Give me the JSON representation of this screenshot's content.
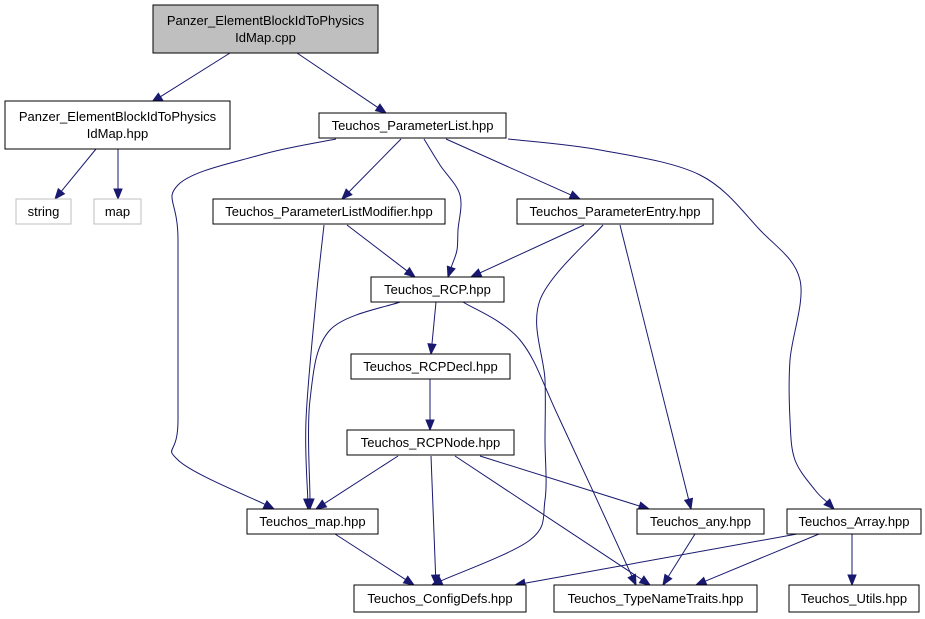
{
  "colors": {
    "edge": "#191970",
    "root_fill": "#bfbfbf",
    "node_fill": "#ffffff",
    "node_border": "#000000",
    "external_border": "#bfbfbf"
  },
  "nodes": [
    {
      "id": "root",
      "lines": [
        "Panzer_ElementBlockIdToPhysics",
        "IdMap.cpp"
      ],
      "kind": "root"
    },
    {
      "id": "hpp",
      "lines": [
        "Panzer_ElementBlockIdToPhysics",
        "IdMap.hpp"
      ],
      "kind": "normal"
    },
    {
      "id": "plist",
      "lines": [
        "Teuchos_ParameterList.hpp"
      ],
      "kind": "normal"
    },
    {
      "id": "string",
      "lines": [
        "string"
      ],
      "kind": "external"
    },
    {
      "id": "map",
      "lines": [
        "map"
      ],
      "kind": "external"
    },
    {
      "id": "plmod",
      "lines": [
        "Teuchos_ParameterListModifier.hpp"
      ],
      "kind": "normal"
    },
    {
      "id": "pentry",
      "lines": [
        "Teuchos_ParameterEntry.hpp"
      ],
      "kind": "normal"
    },
    {
      "id": "rcp",
      "lines": [
        "Teuchos_RCP.hpp"
      ],
      "kind": "normal"
    },
    {
      "id": "rcpdecl",
      "lines": [
        "Teuchos_RCPDecl.hpp"
      ],
      "kind": "normal"
    },
    {
      "id": "rcpnode",
      "lines": [
        "Teuchos_RCPNode.hpp"
      ],
      "kind": "normal"
    },
    {
      "id": "tmap",
      "lines": [
        "Teuchos_map.hpp"
      ],
      "kind": "normal"
    },
    {
      "id": "any",
      "lines": [
        "Teuchos_any.hpp"
      ],
      "kind": "normal"
    },
    {
      "id": "array",
      "lines": [
        "Teuchos_Array.hpp"
      ],
      "kind": "normal"
    },
    {
      "id": "config",
      "lines": [
        "Teuchos_ConfigDefs.hpp"
      ],
      "kind": "normal"
    },
    {
      "id": "tnt",
      "lines": [
        "Teuchos_TypeNameTraits.hpp"
      ],
      "kind": "normal"
    },
    {
      "id": "utils",
      "lines": [
        "Teuchos_Utils.hpp"
      ],
      "kind": "normal"
    }
  ],
  "edges": [
    {
      "from": "root",
      "to": "hpp"
    },
    {
      "from": "root",
      "to": "plist"
    },
    {
      "from": "hpp",
      "to": "string"
    },
    {
      "from": "hpp",
      "to": "map"
    },
    {
      "from": "plist",
      "to": "tmap"
    },
    {
      "from": "plist",
      "to": "plmod"
    },
    {
      "from": "plist",
      "to": "rcp"
    },
    {
      "from": "plist",
      "to": "pentry"
    },
    {
      "from": "plist",
      "to": "array"
    },
    {
      "from": "plmod",
      "to": "tmap"
    },
    {
      "from": "plmod",
      "to": "rcp"
    },
    {
      "from": "pentry",
      "to": "rcp"
    },
    {
      "from": "pentry",
      "to": "config"
    },
    {
      "from": "pentry",
      "to": "any"
    },
    {
      "from": "rcp",
      "to": "tmap"
    },
    {
      "from": "rcp",
      "to": "rcpdecl"
    },
    {
      "from": "rcp",
      "to": "tnt"
    },
    {
      "from": "rcpdecl",
      "to": "rcpnode"
    },
    {
      "from": "rcpnode",
      "to": "tmap"
    },
    {
      "from": "rcpnode",
      "to": "config"
    },
    {
      "from": "rcpnode",
      "to": "any"
    },
    {
      "from": "rcpnode",
      "to": "tnt"
    },
    {
      "from": "tmap",
      "to": "config"
    },
    {
      "from": "any",
      "to": "tnt"
    },
    {
      "from": "array",
      "to": "config"
    },
    {
      "from": "array",
      "to": "tnt"
    },
    {
      "from": "array",
      "to": "utils"
    }
  ]
}
